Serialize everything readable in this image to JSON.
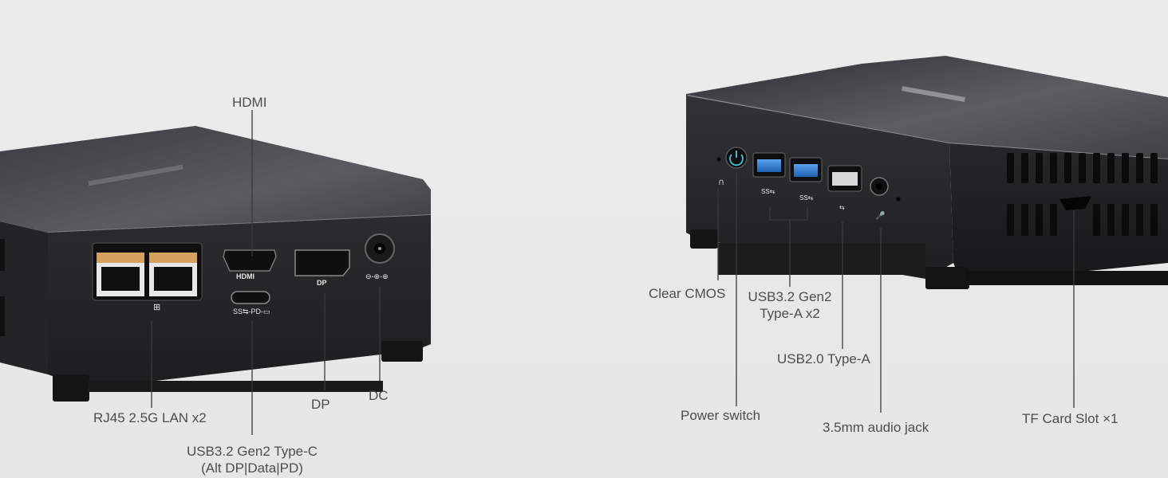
{
  "left_device": {
    "labels": {
      "hdmi": "HDMI",
      "rj45": "RJ45 2.5G LAN x2",
      "dp": "DP",
      "dc": "DC",
      "usbc_line1": "USB3.2 Gen2 Type-C",
      "usbc_line2": "(Alt DP|Data|PD)"
    },
    "port_glyphs": {
      "hdmi": "HDMI",
      "dp": "DP",
      "usbc": "SS⇆-PD-▭",
      "dc": "⊖-⊕-⊕",
      "lan": "⊞"
    }
  },
  "right_device": {
    "labels": {
      "clear_cmos": "Clear CMOS",
      "usb32_line1": "USB3.2 Gen2",
      "usb32_line2": "Type-A x2",
      "usb20": "USB2.0 Type-A",
      "power": "Power switch",
      "audio": "3.5mm audio jack",
      "tf": "TF Card Slot ×1"
    },
    "port_glyphs": {
      "ss1": "SS⇆",
      "ss2": "SS⇆",
      "usb": "⇆"
    }
  },
  "colors": {
    "background": "#e9e9e9",
    "device_body": "#2e2f31",
    "usb3_blue": "#2f7fd8",
    "power_accent": "#3fb8c9",
    "leader_line": "#3a3a3a"
  }
}
